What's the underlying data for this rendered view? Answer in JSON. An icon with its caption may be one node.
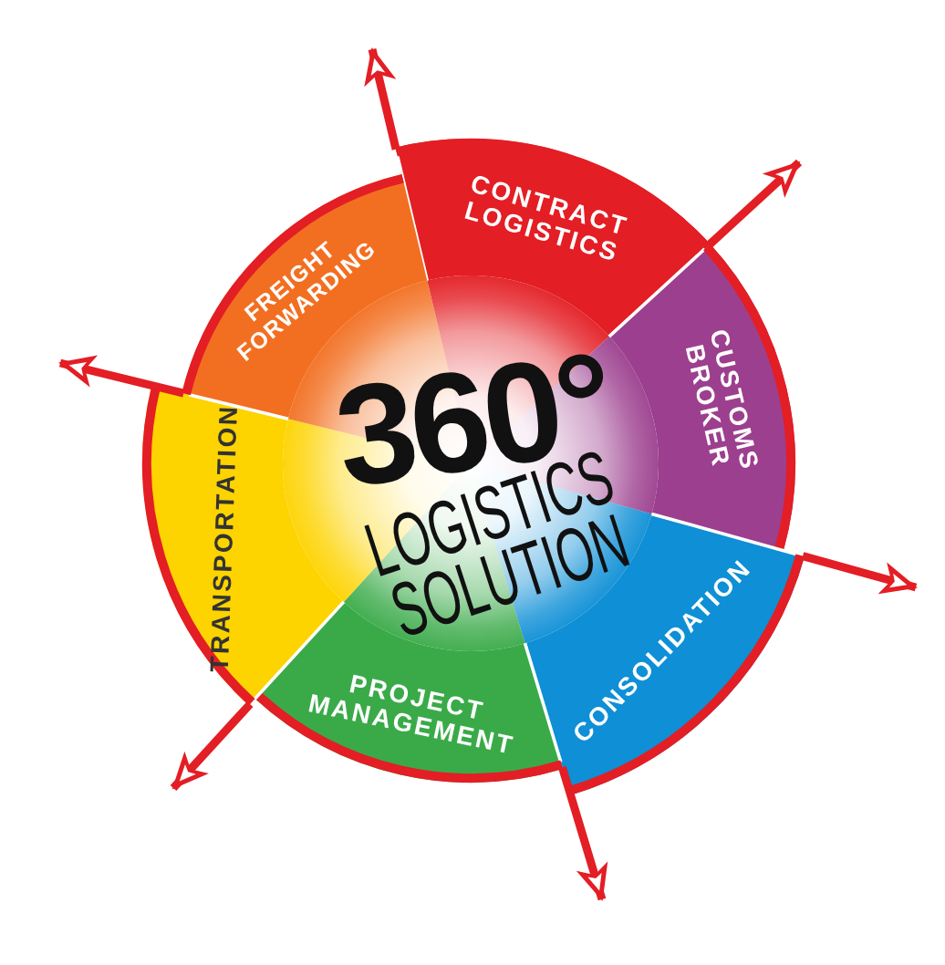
{
  "diagram": {
    "nodes": [
      {
        "text": [
          "360°",
          "LOGISTICS SOLUTION"
        ]
      },
      {
        "text": [
          "CONTRACT LOGISTICS"
        ]
      },
      {
        "text": [
          "CUSTOMS BROKER"
        ]
      },
      {
        "text": [
          "CONSOLIDATION"
        ]
      },
      {
        "text": [
          "PROJECT MANAGEMENT"
        ]
      },
      {
        "text": [
          "TRANSPORTATION"
        ]
      },
      {
        "text": [
          "FREIGHT FORWARDING"
        ]
      }
    ],
    "edges": [
      {
        "from": 1,
        "to": null,
        "arrow": "to"
      },
      {
        "from": 2,
        "to": null,
        "arrow": "to"
      },
      {
        "from": 3,
        "to": null,
        "arrow": "to"
      },
      {
        "from": 4,
        "to": null,
        "arrow": "to"
      },
      {
        "from": 5,
        "to": null,
        "arrow": "to"
      },
      {
        "from": 6,
        "to": null,
        "arrow": "to"
      }
    ]
  }
}
